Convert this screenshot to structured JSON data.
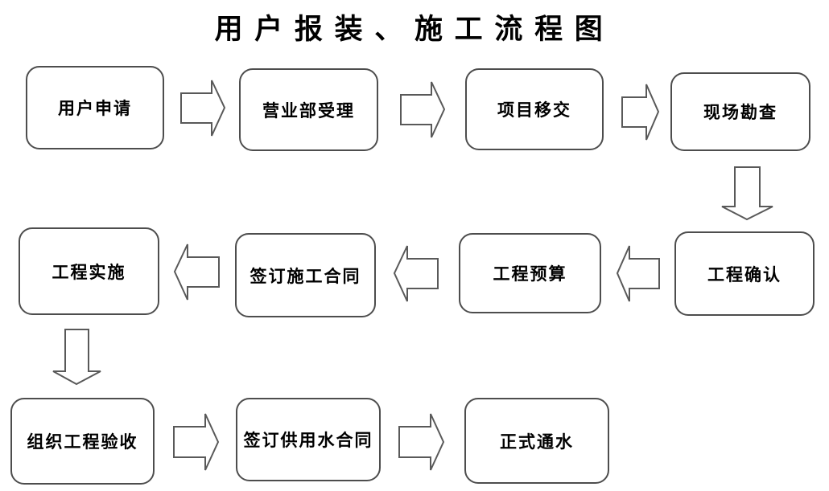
{
  "title": "用户报装、施工流程图",
  "diagram_type": "flowchart",
  "nodes": [
    {
      "id": "user-apply",
      "label": "用户申请"
    },
    {
      "id": "business-accept",
      "label": "营业部受理"
    },
    {
      "id": "project-transfer",
      "label": "项目移交"
    },
    {
      "id": "site-survey",
      "label": "现场勘查"
    },
    {
      "id": "project-confirm",
      "label": "工程确认"
    },
    {
      "id": "project-budget",
      "label": "工程预算"
    },
    {
      "id": "sign-construction-contract",
      "label": "签订施工合同"
    },
    {
      "id": "project-implement",
      "label": "工程实施"
    },
    {
      "id": "organize-acceptance",
      "label": "组织工程验收"
    },
    {
      "id": "sign-water-supply-contract",
      "label": "签订供用水合同"
    },
    {
      "id": "official-water-on",
      "label": "正式通水"
    }
  ],
  "edges": [
    {
      "from": "user-apply",
      "to": "business-accept",
      "direction": "right"
    },
    {
      "from": "business-accept",
      "to": "project-transfer",
      "direction": "right"
    },
    {
      "from": "project-transfer",
      "to": "site-survey",
      "direction": "right"
    },
    {
      "from": "site-survey",
      "to": "project-confirm",
      "direction": "down"
    },
    {
      "from": "project-confirm",
      "to": "project-budget",
      "direction": "left"
    },
    {
      "from": "project-budget",
      "to": "sign-construction-contract",
      "direction": "left"
    },
    {
      "from": "sign-construction-contract",
      "to": "project-implement",
      "direction": "left"
    },
    {
      "from": "project-implement",
      "to": "organize-acceptance",
      "direction": "down"
    },
    {
      "from": "organize-acceptance",
      "to": "sign-water-supply-contract",
      "direction": "right"
    },
    {
      "from": "sign-water-supply-contract",
      "to": "official-water-on",
      "direction": "right"
    }
  ],
  "colors": {
    "background": "#ffffff",
    "node_fill": "#ffffff",
    "node_border": "#4d4d4d",
    "arrow_fill": "#ffffff",
    "arrow_border": "#595959",
    "text": "#000000"
  }
}
